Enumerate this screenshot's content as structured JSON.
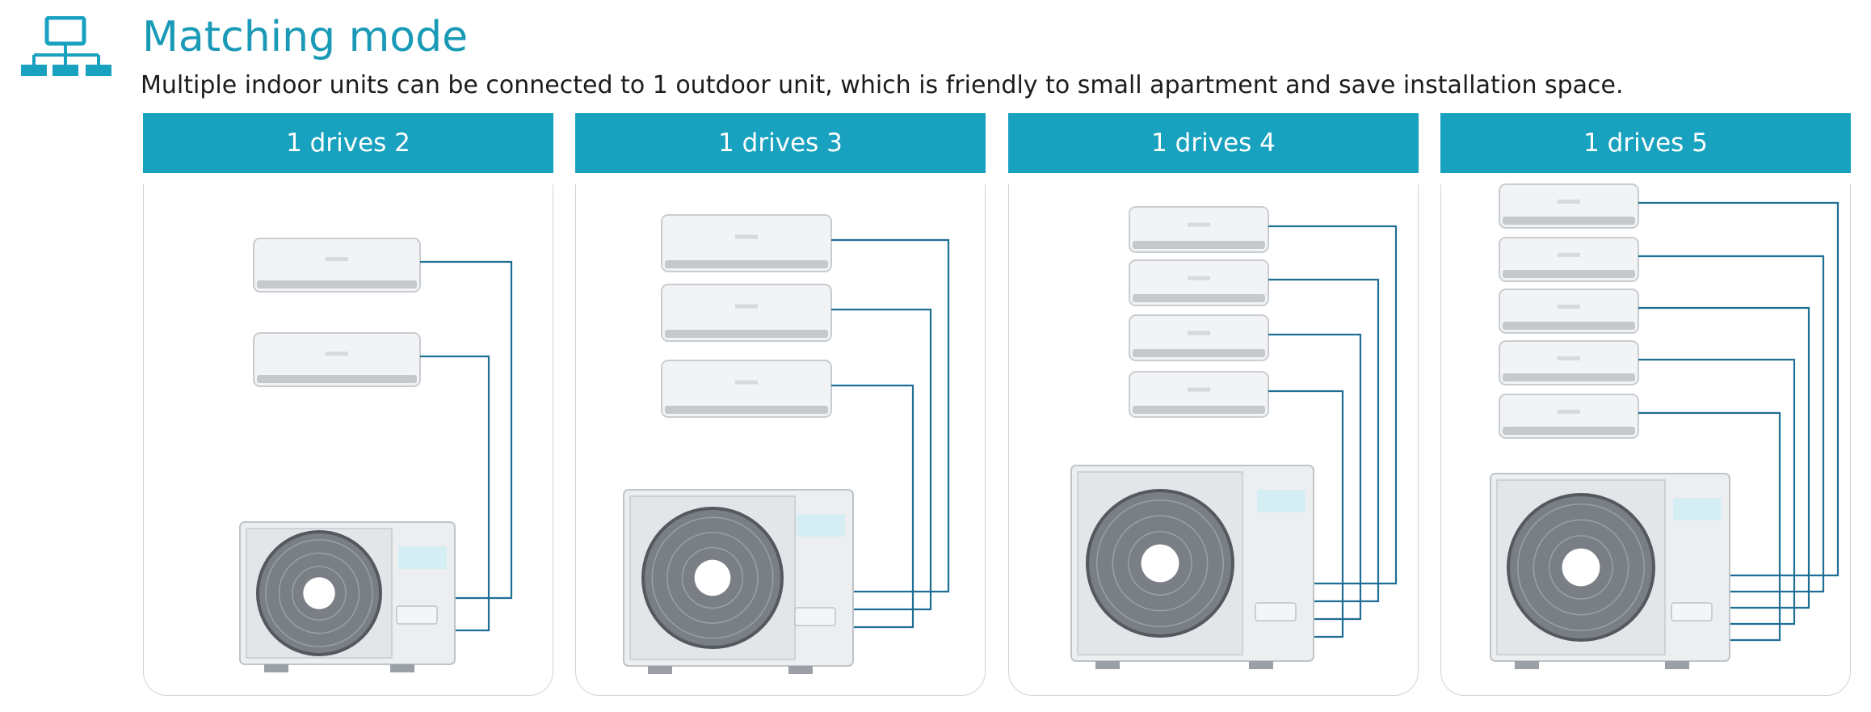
{
  "header": {
    "title": "Matching mode",
    "subtitle": "Multiple indoor units can be connected to 1 outdoor unit, which is friendly to small apartment and save installation space.",
    "icon": "network-hierarchy-icon"
  },
  "colors": {
    "accent": "#19a2bf",
    "title": "#1a9ab6",
    "pipe": "#1f6e94",
    "border": "#cfd3d6"
  },
  "panels": [
    {
      "label": "1 drives 2",
      "indoor_units": 2
    },
    {
      "label": "1 drives 3",
      "indoor_units": 3
    },
    {
      "label": "1 drives 4",
      "indoor_units": 4
    },
    {
      "label": "1 drives 5",
      "indoor_units": 5
    }
  ]
}
